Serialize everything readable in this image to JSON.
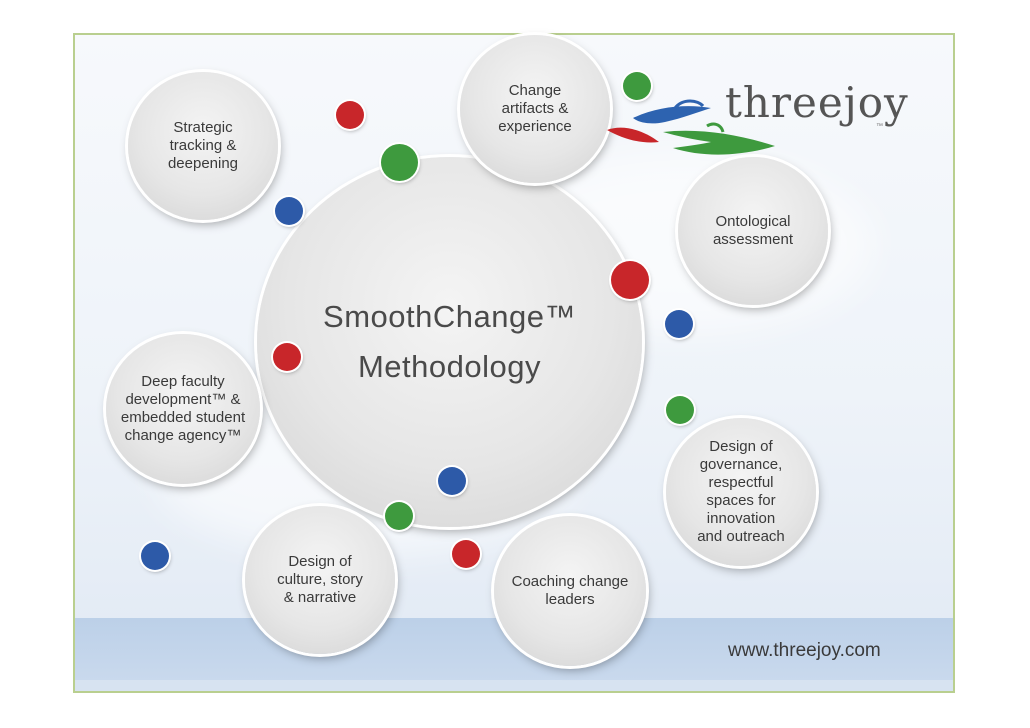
{
  "center": {
    "title_line1": "SmoothChange™",
    "title_line2": "Methodology"
  },
  "bubbles": [
    {
      "label": "Strategic\ntracking &\ndeepening"
    },
    {
      "label": "Change\nartifacts &\nexperience"
    },
    {
      "label": "Ontological\nassessment"
    },
    {
      "label": "Deep faculty\ndevelopment™ &\nembedded student\nchange agency™"
    },
    {
      "label": "Design of\ngovernance,\nrespectful\nspaces for\ninnovation\nand outreach"
    },
    {
      "label": "Design of\nculture, story\n& narrative"
    },
    {
      "label": "Coaching change\nleaders"
    }
  ],
  "logo": {
    "text": "threejoy",
    "tm": "™"
  },
  "footer": {
    "url": "www.threejoy.com"
  },
  "colors": {
    "red": "#c8262a",
    "green": "#3e9a3e",
    "blue": "#2d5aa8",
    "frame": "#b9cf8f"
  }
}
